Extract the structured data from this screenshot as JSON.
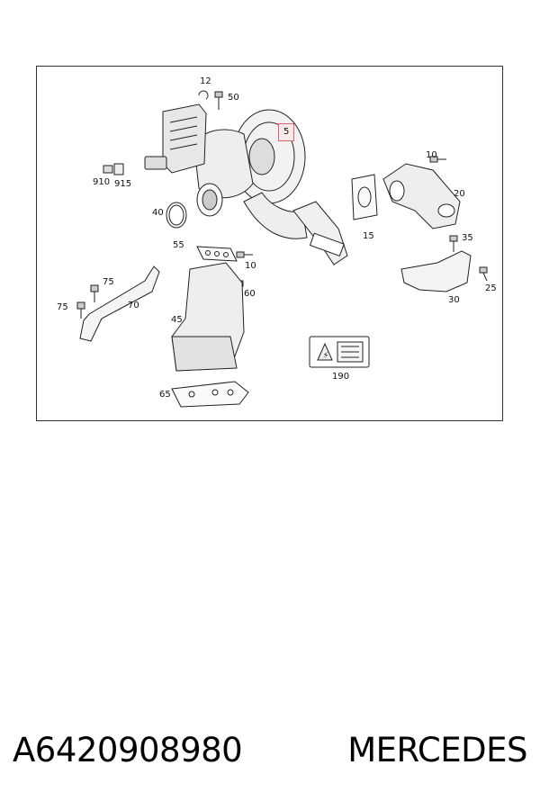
{
  "caption": {
    "part_number": "A6420908980",
    "brand": "MERCEDES"
  },
  "diagram": {
    "callouts": [
      {
        "id": "c12",
        "label": "12"
      },
      {
        "id": "c50",
        "label": "50"
      },
      {
        "id": "c5",
        "label": "5"
      },
      {
        "id": "c10a",
        "label": "10"
      },
      {
        "id": "c910",
        "label": "910"
      },
      {
        "id": "c915",
        "label": "915"
      },
      {
        "id": "c20",
        "label": "20"
      },
      {
        "id": "c40",
        "label": "40"
      },
      {
        "id": "c15",
        "label": "15"
      },
      {
        "id": "c35",
        "label": "35"
      },
      {
        "id": "c55",
        "label": "55"
      },
      {
        "id": "c10b",
        "label": "10"
      },
      {
        "id": "c75a",
        "label": "75"
      },
      {
        "id": "c60",
        "label": "60"
      },
      {
        "id": "c25",
        "label": "25"
      },
      {
        "id": "c30",
        "label": "30"
      },
      {
        "id": "c75b",
        "label": "75"
      },
      {
        "id": "c70",
        "label": "70"
      },
      {
        "id": "c45",
        "label": "45"
      },
      {
        "id": "c190",
        "label": "190"
      },
      {
        "id": "c65",
        "label": "65"
      }
    ]
  }
}
